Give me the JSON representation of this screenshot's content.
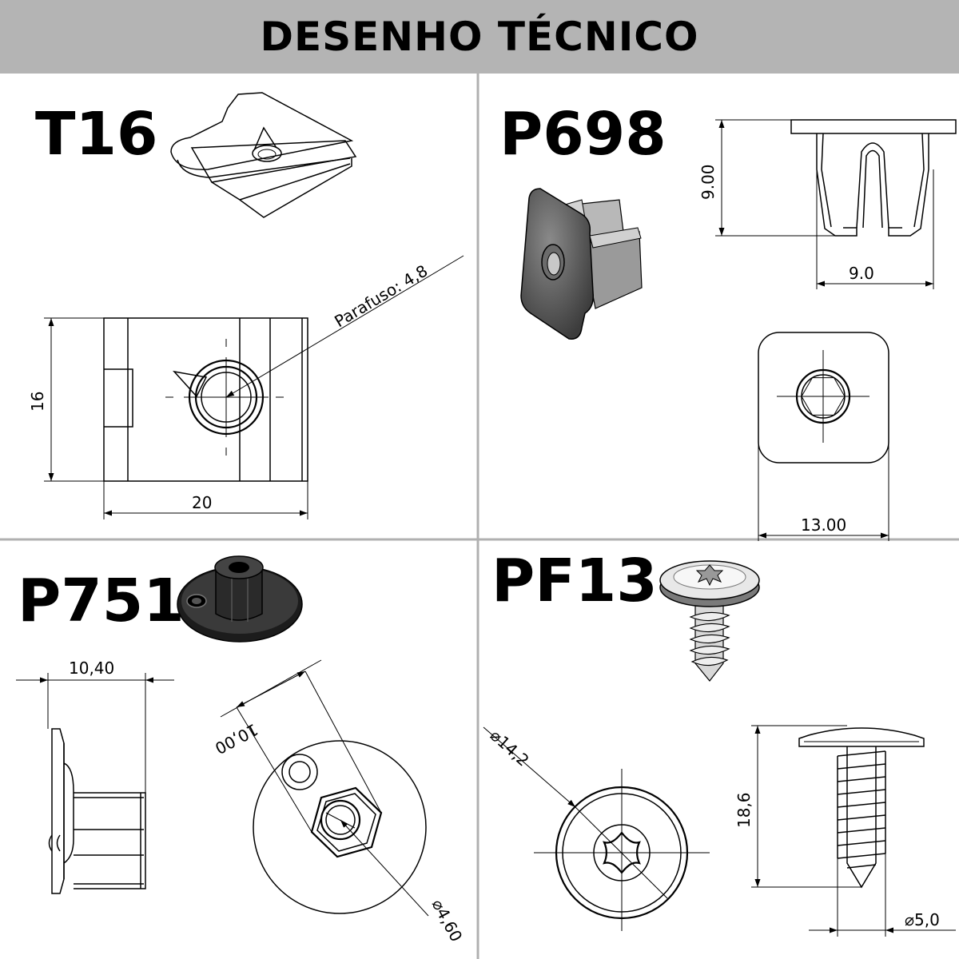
{
  "header": {
    "title": "DESENHO TÉCNICO"
  },
  "colors": {
    "header_bg": "#b4b4b4",
    "divider": "#b0b0b0",
    "ink": "#000000"
  },
  "panels": {
    "t16": {
      "label": "T16",
      "dim_height": "16",
      "dim_width": "20",
      "screw_note": "Parafuso: 4,8"
    },
    "p698": {
      "label": "P698",
      "dim_height": "9.00",
      "dim_width": "9.0",
      "dim_square": "13.00"
    },
    "p751": {
      "label": "P751",
      "dim_width": "10,40",
      "dim_hex": "10,00",
      "dim_hole": "⌀4,60"
    },
    "pf13": {
      "label": "PF13",
      "dim_head": "⌀14,2",
      "dim_length": "18,6",
      "dim_thread": "⌀5,0"
    }
  }
}
